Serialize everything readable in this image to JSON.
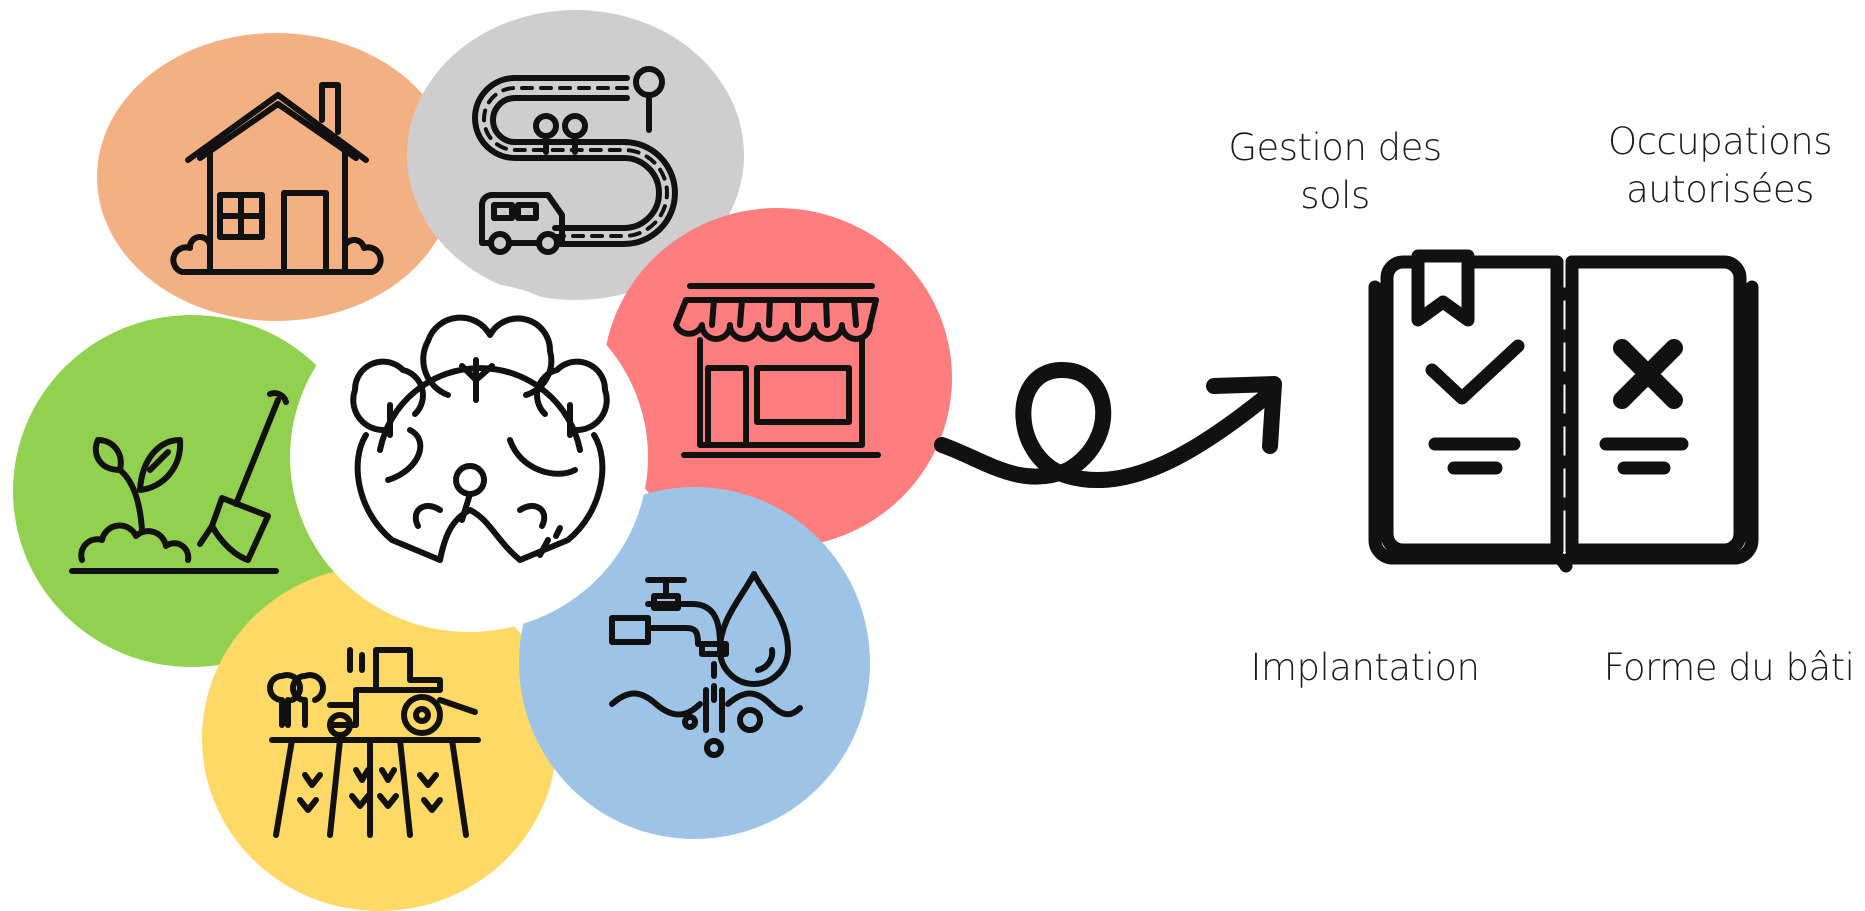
{
  "colors": {
    "housing": "#F3B183",
    "roads": "#CFCDCE",
    "commerce": "#FE7D7E",
    "agriculture_garden": "#92D050",
    "environment": "#FFFFFF",
    "water": "#9DC3E6",
    "farming": "#FFD966",
    "stroke": "#111111"
  },
  "circles": [
    {
      "id": "housing",
      "icon": "house-icon"
    },
    {
      "id": "roads",
      "icon": "road-vehicle-icon"
    },
    {
      "id": "commerce",
      "icon": "shop-icon"
    },
    {
      "id": "agriculture_garden",
      "icon": "plant-shovel-icon"
    },
    {
      "id": "environment",
      "icon": "hands-globe-trees-icon"
    },
    {
      "id": "water",
      "icon": "water-tap-icon"
    },
    {
      "id": "farming",
      "icon": "tractor-field-icon"
    }
  ],
  "labels": {
    "gestion": "Gestion des\nsols",
    "occupations": "Occupations\nautorisées",
    "implantation": "Implantation",
    "forme": "Forme du bâti"
  }
}
